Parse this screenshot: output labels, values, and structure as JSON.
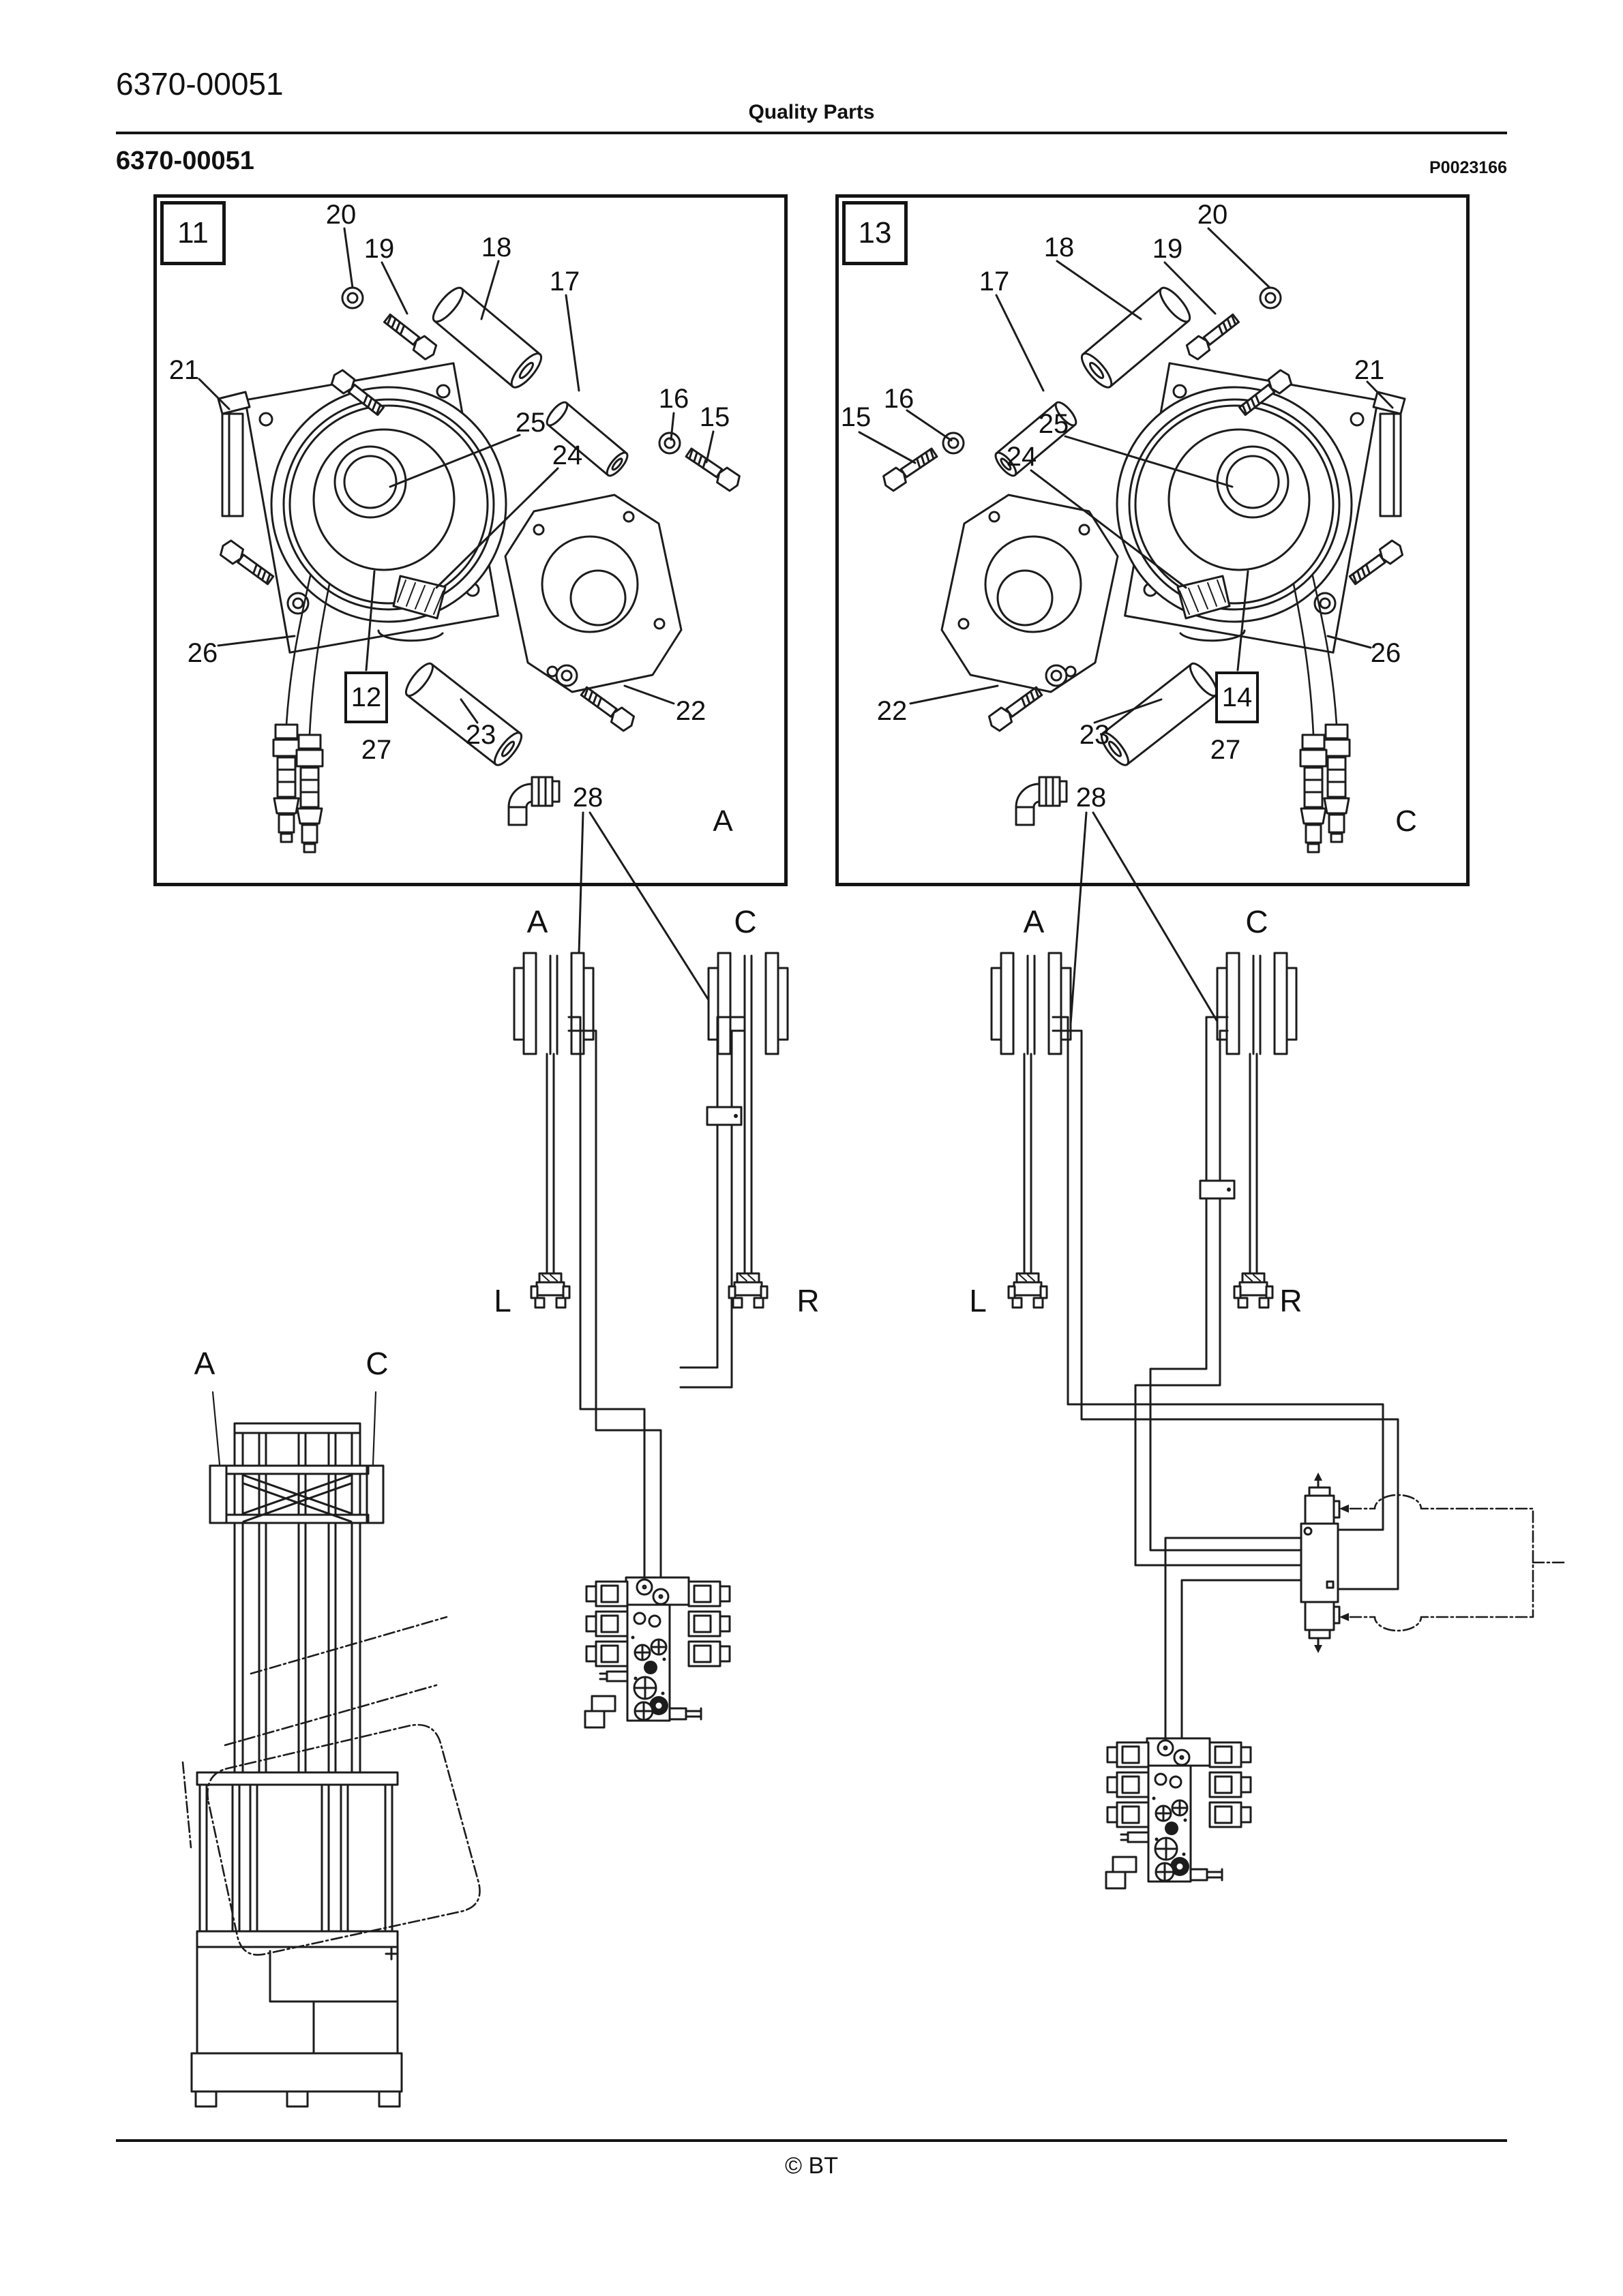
{
  "page": {
    "top_code": "6370-00051",
    "center_heading": "Quality Parts",
    "section_code": "6370-00051",
    "doc_number": "P0023166",
    "footer_copyright": "© BT"
  },
  "colors": {
    "line": "#1c1c1c",
    "reel_pad_fill": "#cccccc"
  },
  "panel_left": {
    "figure_ref": "11",
    "sub_ref": "12",
    "view_letter": "A",
    "callouts": {
      "15": "15",
      "16": "16",
      "17": "17",
      "18": "18",
      "19": "19",
      "20": "20",
      "21": "21",
      "22": "22",
      "23": "23",
      "24": "24",
      "25": "25",
      "26": "26",
      "27": "27",
      "28": "28"
    }
  },
  "panel_right": {
    "figure_ref": "13",
    "sub_ref": "14",
    "view_letter": "C",
    "callouts": {
      "15": "15",
      "16": "16",
      "17": "17",
      "18": "18",
      "19": "19",
      "20": "20",
      "21": "21",
      "22": "22",
      "23": "23",
      "24": "24",
      "25": "25",
      "26": "26",
      "27": "27",
      "28": "28"
    }
  },
  "routing_left": {
    "reel_a": "A",
    "reel_c": "C",
    "coupling_left": "L",
    "coupling_right": "R"
  },
  "routing_right": {
    "reel_a": "A",
    "reel_c": "C",
    "coupling_left": "L",
    "coupling_right": "R"
  },
  "mast_view": {
    "reel_a": "A",
    "reel_c": "C"
  }
}
